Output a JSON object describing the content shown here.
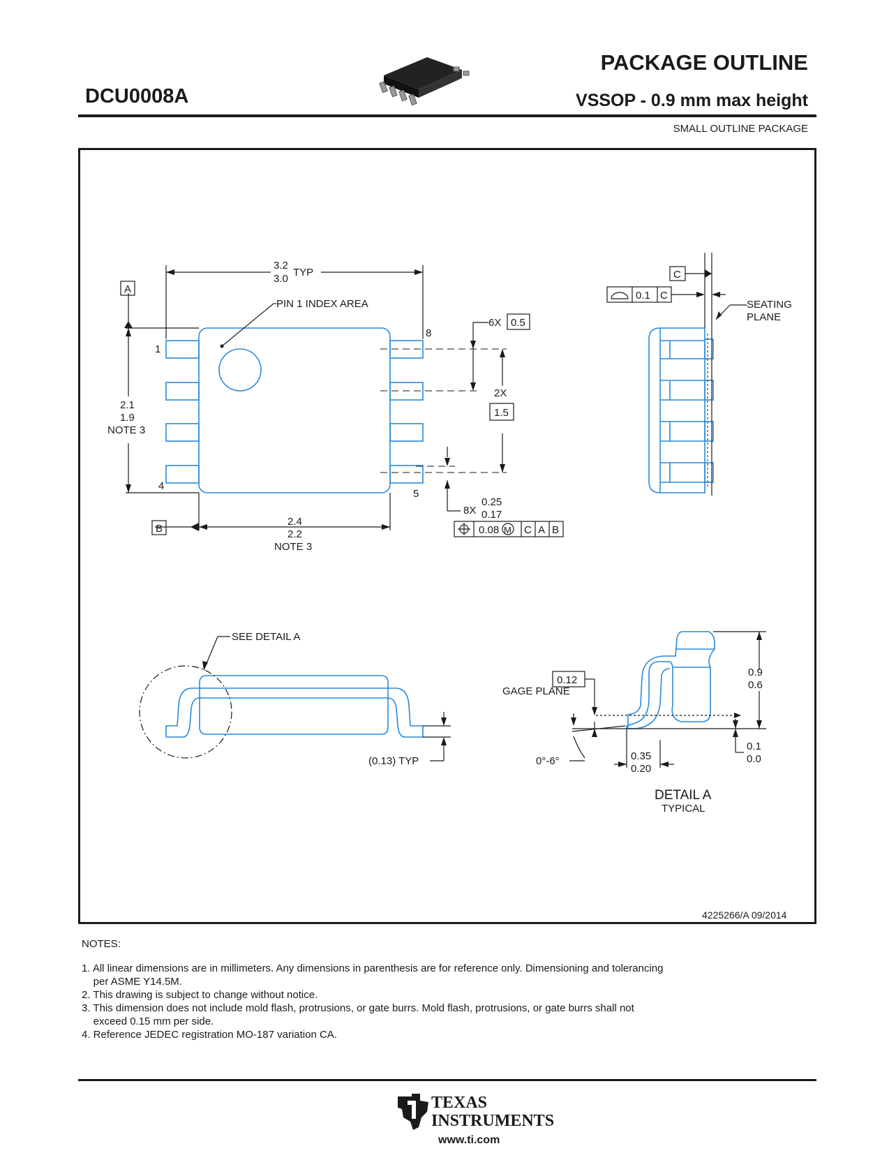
{
  "header": {
    "part_number": "DCU0008A",
    "title": "PACKAGE OUTLINE",
    "subtitle": "VSSOP - 0.9 mm max height",
    "package_type": "SMALL OUTLINE PACKAGE"
  },
  "drawing": {
    "top_view": {
      "width_max": "3.2",
      "width_min": "3.0",
      "width_suffix": "TYP",
      "pin1_label": "PIN 1 INDEX AREA",
      "datum_a": "A",
      "datum_b": "B",
      "pin_1": "1",
      "pin_4": "4",
      "pin_5": "5",
      "pin_8": "8",
      "height_max": "2.1",
      "height_min": "1.9",
      "height_note": "NOTE 3",
      "body_max": "2.4",
      "body_min": "2.2",
      "body_note": "NOTE 3",
      "pitch_count": "6X",
      "pitch_value": "0.5",
      "span_count": "2X",
      "span_value": "1.5",
      "lead_count": "8X",
      "lead_max": "0.25",
      "lead_min": "0.17",
      "position_tol": "0.08",
      "position_mod": "M",
      "position_datums": [
        "C",
        "A",
        "B"
      ]
    },
    "side_view": {
      "datum_c": "C",
      "flatness_value": "0.1",
      "flatness_datum": "C",
      "seating_plane_1": "SEATING",
      "seating_plane_2": "PLANE"
    },
    "front_view": {
      "see_detail": "SEE DETAIL  A",
      "standoff": "(0.13) TYP"
    },
    "detail_a": {
      "gage_value": "0.12",
      "gage_label": "GAGE PLANE",
      "angle": "0°-6°",
      "foot_max": "0.35",
      "foot_min": "0.20",
      "height_max": "0.9",
      "height_min": "0.6",
      "standoff_max": "0.1",
      "standoff_min": "0.0",
      "title": "DETAIL A",
      "subtitle": "TYPICAL"
    },
    "doc_ref": "4225266/A   09/2014"
  },
  "notes": {
    "heading": "NOTES:",
    "items": [
      "1. All linear dimensions are in millimeters. Any dimensions in parenthesis are for reference only. Dimensioning and tolerancing\n    per ASME Y14.5M.",
      "2. This drawing is subject to change without notice.",
      "3. This dimension does not include mold flash, protrusions, or gate burrs. Mold flash, protrusions, or gate burrs shall not\n    exceed 0.15 mm per side.",
      "4. Reference JEDEC registration MO-187 variation CA."
    ]
  },
  "footer": {
    "logo_word_1": "TEXAS",
    "logo_word_2": "INSTRUMENTS",
    "url": "www.ti.com"
  },
  "colors": {
    "outline": "#2a8ad8",
    "ink": "#1a1a1a"
  }
}
